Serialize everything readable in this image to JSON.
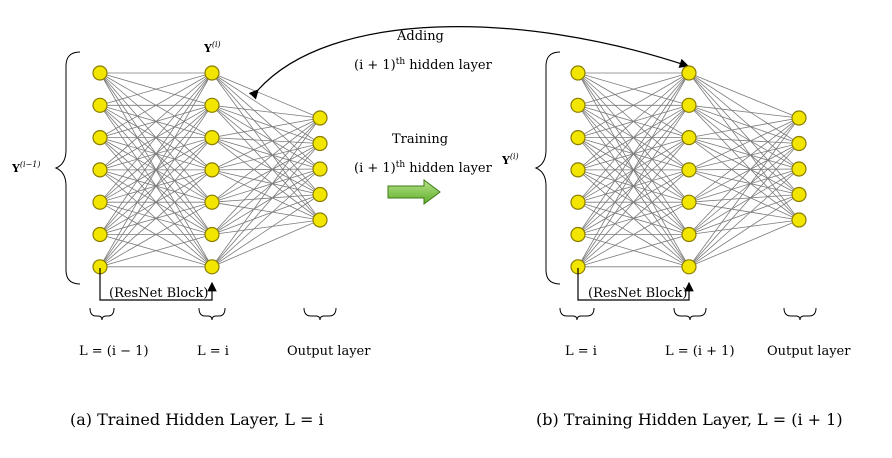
{
  "center": {
    "adding_label": "Adding",
    "adding_layer_prefix": "(i + 1)",
    "adding_layer_sup": "th",
    "adding_layer_suffix": " hidden layer",
    "training_label": "Training",
    "training_layer_prefix": "(i + 1)",
    "training_layer_sup": "th",
    "training_layer_suffix": " hidden layer"
  },
  "panel_a": {
    "y_input_base": "Y",
    "y_input_sup": "(i−1)",
    "y_hidden_base": "Y",
    "y_hidden_sup": "(i)",
    "resnet_label": "(ResNet Block)",
    "layer_labels": [
      "L = (i − 1)",
      "L = i",
      "Output layer"
    ],
    "caption": "(a) Trained Hidden Layer, L = i"
  },
  "panel_b": {
    "y_input_base": "Y",
    "y_input_sup": "(i)",
    "resnet_label": "(ResNet Block)",
    "layer_labels": [
      "L = i",
      "L = (i + 1)",
      "Output layer"
    ],
    "caption": "(b) Training Hidden Layer, L = (i + 1)"
  },
  "network": {
    "input_nodes": 7,
    "hidden_nodes": 7,
    "output_nodes": 5
  },
  "colors": {
    "node_fill": "#f2e600",
    "node_stroke": "#8a7d00",
    "edge": "#7a7a7a",
    "arrow_fill": "#7cc63e"
  }
}
